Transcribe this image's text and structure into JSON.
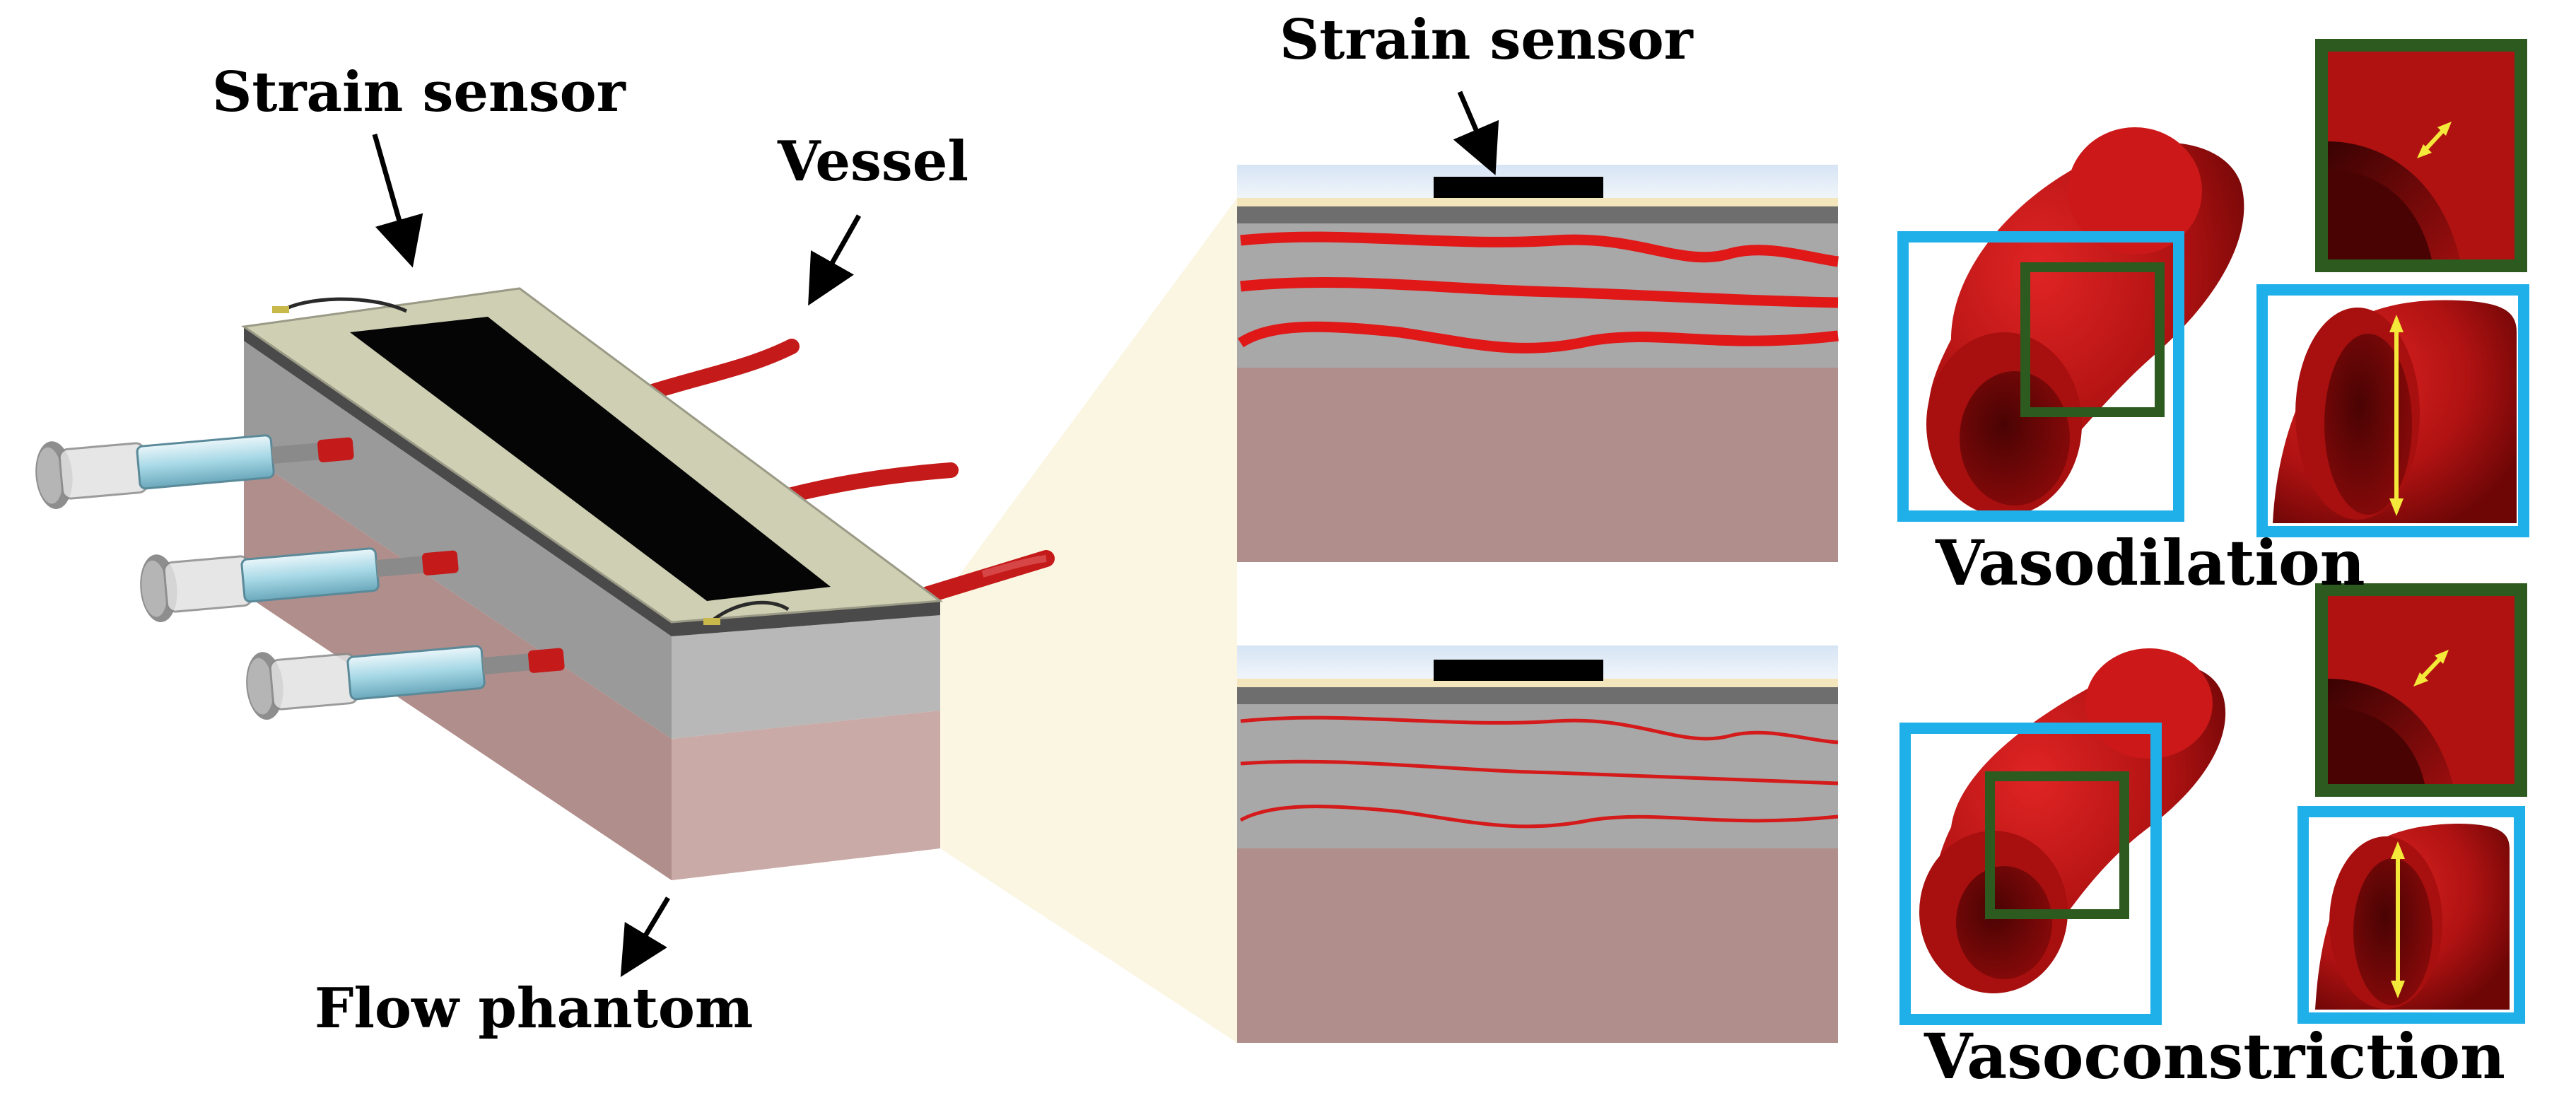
{
  "labels": {
    "strain_sensor_left": "Strain sensor",
    "vessel": "Vessel",
    "flow_phantom": "Flow phantom",
    "strain_sensor_middle": "Strain sensor",
    "vasodilation": "Vasodilation",
    "vasoconstriction": "Vasoconstriction"
  },
  "colors": {
    "vessel_red": "#c41a1a",
    "dark_red": "#5a0505",
    "sensor_black": "#000000",
    "phantom_gray": "#a8a8a8",
    "phantom_pink": "#b08e8c",
    "top_plate": "#cfcfb4",
    "inset_blue": "#1fb0ea",
    "inset_green": "#2d5a1e",
    "arrow_yellow": "#f4e83a",
    "zoom_cone": "#fbf6e2"
  }
}
